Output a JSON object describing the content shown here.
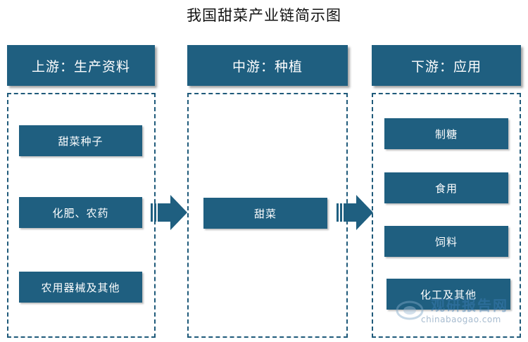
{
  "title": "我国甜菜产业链简示图",
  "colors": {
    "box": "#1f5f80",
    "head": "#1f5f80",
    "border": "#1f5a7a"
  },
  "upstream": {
    "heading": "上游：生产资料",
    "items": [
      "甜菜种子",
      "化肥、农药",
      "农用器械及其他"
    ]
  },
  "midstream": {
    "heading": "中游：种植",
    "items": [
      "甜菜"
    ]
  },
  "downstream": {
    "heading": "下游：应用",
    "items": [
      "制糖",
      "食用",
      "饲料",
      "化工及其他"
    ]
  },
  "watermark": {
    "name": "观研报告网",
    "url": "chinabaogao.com"
  }
}
